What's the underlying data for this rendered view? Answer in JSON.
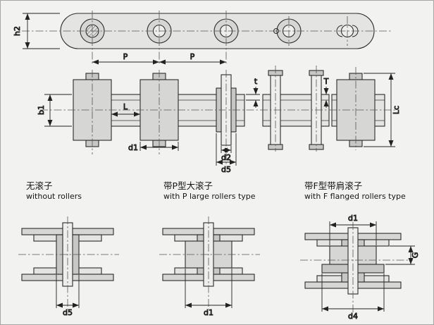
{
  "colors": {
    "background": "#f2f2f0",
    "part_fill_light": "#e4e4e2",
    "part_fill_mid": "#d6d6d4",
    "part_fill_dark": "#c7c7c5",
    "line": "#2c2c2c"
  },
  "plan_view": {
    "dim_h2": "h2",
    "dim_p_left": "P",
    "dim_p_right": "P"
  },
  "elevation": {
    "dim_b1": "b1",
    "dim_l": "L",
    "dim_d1": "d1",
    "dim_d2": "d2",
    "dim_d5": "d5",
    "dim_t": "t",
    "dim_T": "T",
    "dim_lc": "Lc"
  },
  "sections": {
    "without_rollers": {
      "title_zh": "无滚子",
      "title_en": "without rollers",
      "dim_d5": "d5"
    },
    "large_rollers": {
      "title_zh": "带P型大滚子",
      "title_en": "with P large rollers type",
      "dim_d1": "d1"
    },
    "flanged_rollers": {
      "title_zh": "带F型带肩滚子",
      "title_en": "with F flanged rollers type",
      "dim_d1": "d1",
      "dim_d4": "d4",
      "dim_g": "G"
    }
  }
}
